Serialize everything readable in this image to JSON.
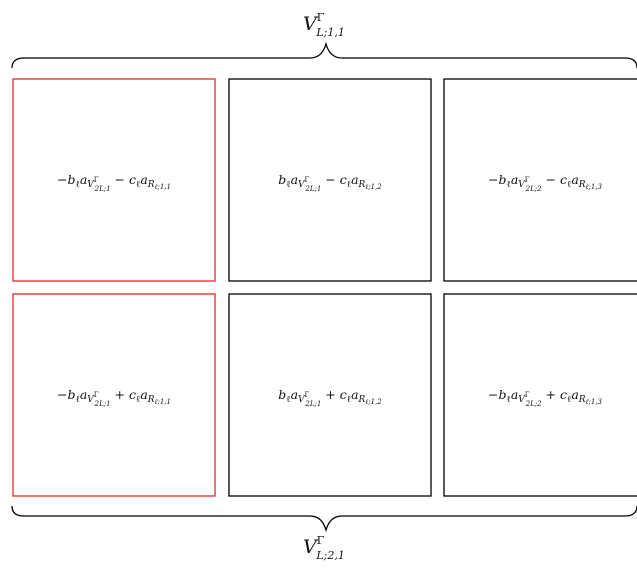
{
  "diagram": {
    "top_label": {
      "base": "V",
      "sup": "Γ",
      "sub": "L;1,1"
    },
    "bottom_label": {
      "base": "V",
      "sup": "Γ",
      "sub": "L;2,1"
    },
    "rows": [
      [
        {
          "highlighted": true,
          "sign1": "−",
          "sub1": "2L;1",
          "op": "−",
          "sub2": "ℓ;1,1"
        },
        {
          "highlighted": false,
          "sign1": "",
          "sub1": "2L;1",
          "op": "−",
          "sub2": "ℓ;1,2"
        },
        {
          "highlighted": false,
          "sign1": "−",
          "sub1": "2L;2",
          "op": "−",
          "sub2": "ℓ;1,3"
        }
      ],
      [
        {
          "highlighted": true,
          "sign1": "−",
          "sub1": "2L;1",
          "op": "+",
          "sub2": "ℓ;1,1"
        },
        {
          "highlighted": false,
          "sign1": "",
          "sub1": "2L;1",
          "op": "+",
          "sub2": "ℓ;1,2"
        },
        {
          "highlighted": false,
          "sign1": "−",
          "sub1": "2L;2",
          "op": "+",
          "sub2": "ℓ;1,3"
        }
      ]
    ],
    "colors": {
      "normal": "#000000",
      "highlight": "#e32626"
    }
  }
}
